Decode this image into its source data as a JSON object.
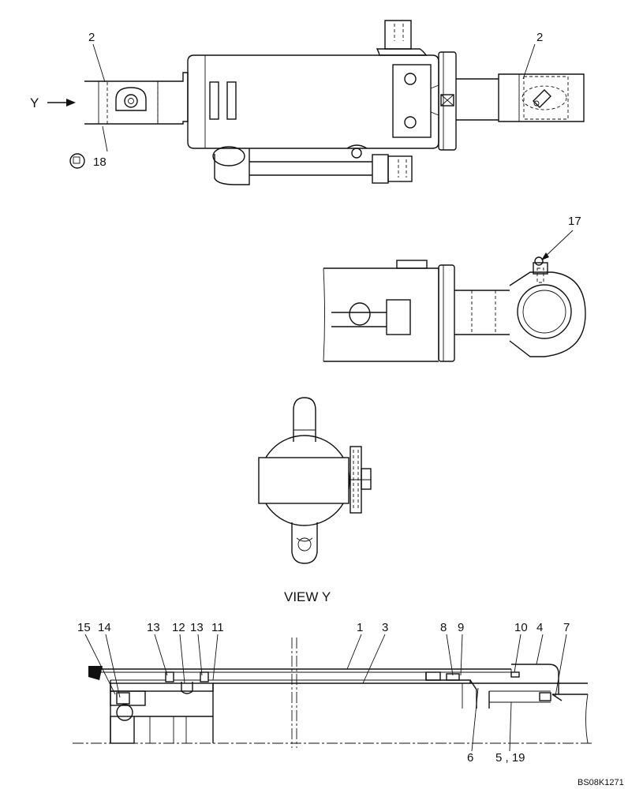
{
  "callouts": {
    "c2_left": "2",
    "c2_right": "2",
    "c18": "18",
    "c17": "17",
    "c15": "15",
    "c14": "14",
    "c13a": "13",
    "c12": "12",
    "c13b": "13",
    "c11": "11",
    "c1": "1",
    "c3": "3",
    "c8": "8",
    "c9": "9",
    "c10": "10",
    "c4": "4",
    "c7": "7",
    "c6": "6",
    "c5_19": "5 , 19"
  },
  "arrow_label": "Y",
  "view_title": "VIEW Y",
  "drawing_code": "BS08K1271"
}
